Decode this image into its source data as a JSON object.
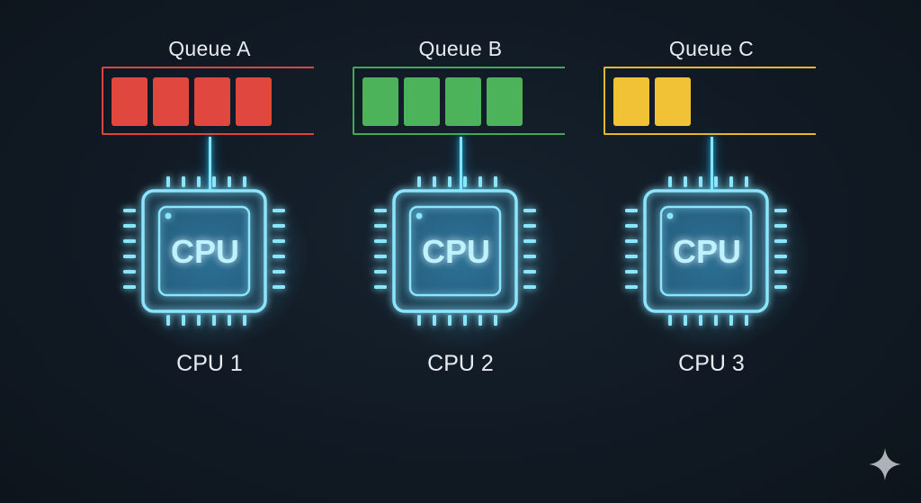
{
  "units": [
    {
      "queue_label": "Queue A",
      "color": "#e0473f",
      "border_color": "#d9463d",
      "filled_slots": 4,
      "cpu_chip_label": "CPU",
      "cpu_caption": "CPU 1"
    },
    {
      "queue_label": "Queue B",
      "color": "#4cb35a",
      "border_color": "#46a853",
      "filled_slots": 4,
      "cpu_chip_label": "CPU",
      "cpu_caption": "CPU 2"
    },
    {
      "queue_label": "Queue C",
      "color": "#f2c236",
      "border_color": "#e6b72e",
      "filled_slots": 2,
      "cpu_chip_label": "CPU",
      "cpu_caption": "CPU 3"
    }
  ],
  "glow_color": "#4fd3ff",
  "watermark_icon": "sparkle-icon"
}
